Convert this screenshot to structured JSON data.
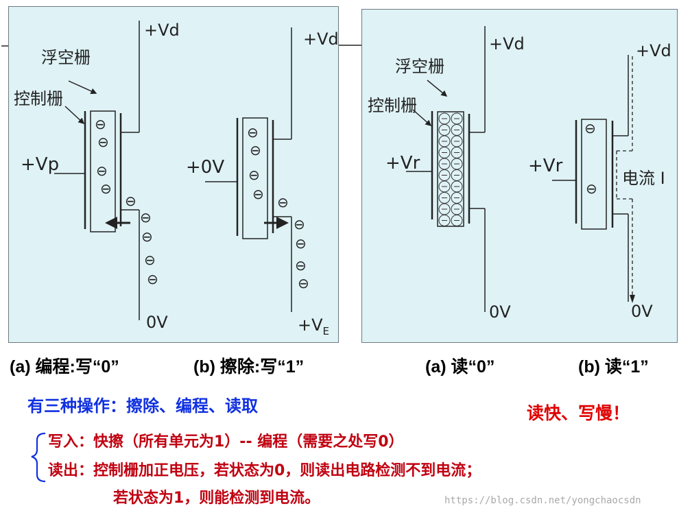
{
  "diagram_labels": {
    "floating_gate": "浮空栅",
    "control_gate": "控制栅",
    "vd": "+Vd",
    "zero_v": "0V",
    "vp": "+Vp",
    "plus_zero_v": "+0V",
    "vr": "+Vr",
    "ve_main": "+V",
    "ve_sub": "E",
    "current": "电流 I",
    "electron": "⊖"
  },
  "captions": {
    "a_prog": "(a) 编程:写“0”",
    "b_erase": "(b) 擦除:写“1”",
    "a_read": "(a) 读“0”",
    "b_read": "(b) 读“1”"
  },
  "notes": {
    "ops": "有三种操作：擦除、编程、读取",
    "fast_slow": "读快、写慢！",
    "write": "写入：快擦（所有单元为1）-- 编程（需要之处写0）",
    "read1": "读出：控制栅加正电压，若状态为0，则读出电路检测不到电流；",
    "read2": "若状态为1，则能检测到电流。"
  },
  "watermark": "https://blog.csdn.net/yongchaocsdn",
  "colors": {
    "panel_bg": "#dff2f6",
    "blue": "#1030e0",
    "red": "#e00000",
    "dark_red": "#c00010"
  }
}
